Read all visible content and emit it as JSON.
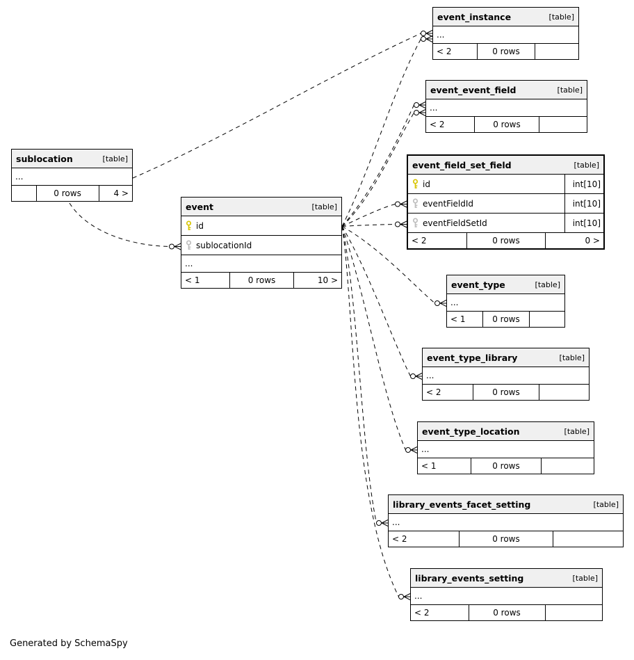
{
  "caption": "Generated by SchemaSpy",
  "colors": {
    "primary_key_icon": "#d8c500",
    "foreign_key_icon": "#bdbdbd",
    "header_bg": "#f0f0f0",
    "border": "#000000",
    "edge": "#000000"
  },
  "tables": [
    {
      "id": "sublocation",
      "name": "sublocation",
      "badge": "[table]",
      "highlighted": false,
      "rows": [
        {
          "type": "ellipsis",
          "text": "..."
        }
      ],
      "footer": {
        "left": "",
        "center": "0 rows",
        "right": "4 >"
      },
      "footer_widths": [
        20,
        52,
        28
      ]
    },
    {
      "id": "event_instance",
      "name": "event_instance",
      "badge": "[table]",
      "highlighted": false,
      "rows": [
        {
          "type": "ellipsis",
          "text": "..."
        }
      ],
      "footer": {
        "left": "< 2",
        "center": "0 rows",
        "right": ""
      }
    },
    {
      "id": "event_event_field",
      "name": "event_event_field",
      "badge": "[table]",
      "highlighted": false,
      "rows": [
        {
          "type": "ellipsis",
          "text": "..."
        }
      ],
      "footer": {
        "left": "< 2",
        "center": "0 rows",
        "right": ""
      }
    },
    {
      "id": "event_field_set_field",
      "name": "event_field_set_field",
      "badge": "[table]",
      "highlighted": true,
      "rows": [
        {
          "type": "column",
          "icon": "primary-key-icon",
          "name": "id",
          "datatype": "int[10]"
        },
        {
          "type": "column",
          "icon": "foreign-key-icon",
          "name": "eventFieldId",
          "datatype": "int[10]"
        },
        {
          "type": "column",
          "icon": "foreign-key-icon",
          "name": "eventFieldSetId",
          "datatype": "int[10]"
        }
      ],
      "footer": {
        "left": "< 2",
        "center": "0 rows",
        "right": "0 >"
      }
    },
    {
      "id": "event",
      "name": "event",
      "badge": "[table]",
      "highlighted": false,
      "rows": [
        {
          "type": "column",
          "icon": "primary-key-icon",
          "name": "id",
          "datatype": ""
        },
        {
          "type": "column",
          "icon": "foreign-key-icon",
          "name": "sublocationId",
          "datatype": ""
        },
        {
          "type": "ellipsis",
          "text": "..."
        }
      ],
      "footer": {
        "left": "< 1",
        "center": "0 rows",
        "right": "10 >"
      }
    },
    {
      "id": "event_type",
      "name": "event_type",
      "badge": "[table]",
      "highlighted": false,
      "rows": [
        {
          "type": "ellipsis",
          "text": "..."
        }
      ],
      "footer": {
        "left": "< 1",
        "center": "0 rows",
        "right": ""
      }
    },
    {
      "id": "event_type_library",
      "name": "event_type_library",
      "badge": "[table]",
      "highlighted": false,
      "rows": [
        {
          "type": "ellipsis",
          "text": "..."
        }
      ],
      "footer": {
        "left": "< 2",
        "center": "0 rows",
        "right": ""
      }
    },
    {
      "id": "event_type_location",
      "name": "event_type_location",
      "badge": "[table]",
      "highlighted": false,
      "rows": [
        {
          "type": "ellipsis",
          "text": "..."
        }
      ],
      "footer": {
        "left": "< 1",
        "center": "0 rows",
        "right": ""
      }
    },
    {
      "id": "library_events_facet_setting",
      "name": "library_events_facet_setting",
      "badge": "[table]",
      "highlighted": false,
      "rows": [
        {
          "type": "ellipsis",
          "text": "..."
        }
      ],
      "footer": {
        "left": "< 2",
        "center": "0 rows",
        "right": ""
      }
    },
    {
      "id": "library_events_setting",
      "name": "library_events_setting",
      "badge": "[table]",
      "highlighted": false,
      "rows": [
        {
          "type": "ellipsis",
          "text": "..."
        }
      ],
      "footer": {
        "left": "< 2",
        "center": "0 rows",
        "right": ""
      }
    }
  ],
  "relationships": [
    {
      "from": "sublocation",
      "to": "event_instance",
      "dashed": true
    },
    {
      "from": "sublocation",
      "to": "event.sublocationId",
      "dashed": true
    },
    {
      "from": "event",
      "to": "event_instance",
      "dashed": true
    },
    {
      "from": "event",
      "to": "event_event_field",
      "dashed": true
    },
    {
      "from": "event",
      "to": "event_event_field-2",
      "dashed": true
    },
    {
      "from": "event",
      "to": "event_field_set_field.eventFieldId",
      "dashed": true
    },
    {
      "from": "event",
      "to": "event_field_set_field.eventFieldSetId",
      "dashed": true
    },
    {
      "from": "event",
      "to": "event_type",
      "dashed": true
    },
    {
      "from": "event",
      "to": "event_type_library",
      "dashed": true
    },
    {
      "from": "event",
      "to": "event_type_location",
      "dashed": true
    },
    {
      "from": "event",
      "to": "library_events_facet_setting",
      "dashed": true
    },
    {
      "from": "event",
      "to": "library_events_setting",
      "dashed": true
    }
  ]
}
